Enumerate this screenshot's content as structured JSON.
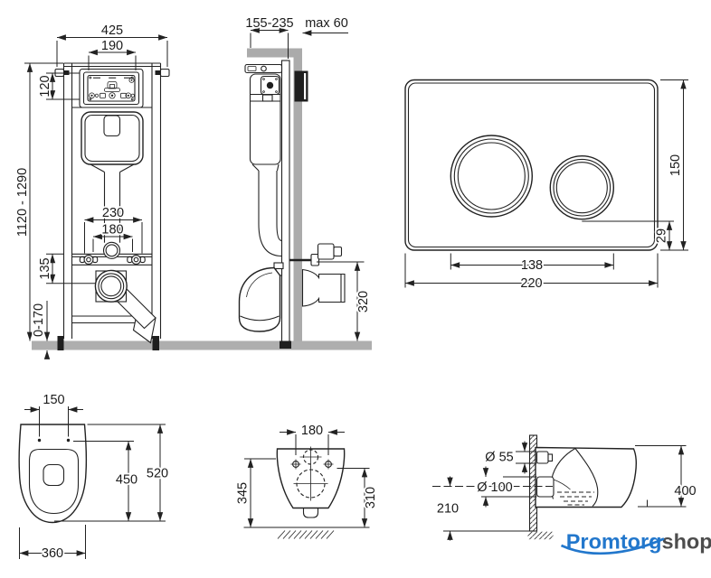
{
  "title": "Wall-hung toilet installation dimensions diagram",
  "colors": {
    "line": "#222222",
    "gray": "#adadad",
    "logo_blue": "#2277cc",
    "logo_gray": "#4d4d4d"
  },
  "frame_front": {
    "width_total": "425",
    "access_width": "190",
    "access_height": "120",
    "height_range": "1120 - 1290",
    "bolt_spacing": "230",
    "stud_spacing": "180",
    "drain_offset": "135",
    "foot_range": "0-170"
  },
  "frame_side": {
    "depth_range": "155-235",
    "wall_max": "max 60",
    "outlet_height": "320"
  },
  "flush_plate": {
    "height": "150",
    "bottom_offset": "29",
    "button_span": "138",
    "width": "220"
  },
  "bowl_top": {
    "hole_spacing": "150",
    "depth_inner": "450",
    "depth_total": "520",
    "width": "360"
  },
  "bowl_back": {
    "hole_spacing": "180",
    "height_left": "345",
    "height_right": "310"
  },
  "bowl_side": {
    "inlet_d": "Ø 55",
    "outlet_d": "Ø 100",
    "outlet_center_height": "210",
    "height": "400"
  },
  "logo": {
    "brand": "Promtorg",
    "suffix": "shop"
  }
}
